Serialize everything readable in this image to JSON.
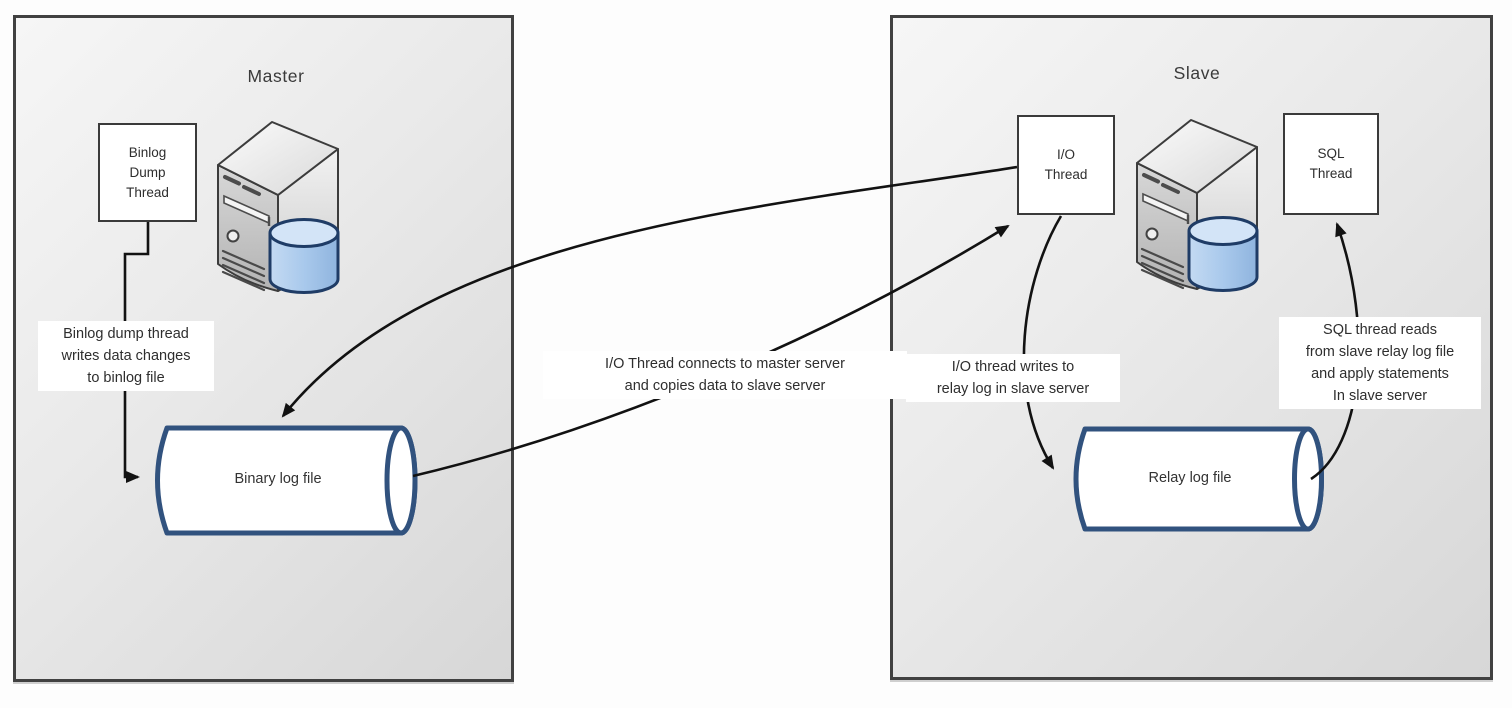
{
  "master_panel": {
    "title": "Master",
    "thread_box": "Binlog\nDump\nThread",
    "note": "Binlog dump thread\nwrites data changes\nto binlog file",
    "cylinder": "Binary log file"
  },
  "connection_note": "I/O Thread connects to master server\nand copies data to slave server",
  "slave_panel": {
    "title": "Slave",
    "io_thread_box": "I/O\nThread",
    "sql_thread_box": "SQL\nThread",
    "io_note": "I/O thread writes to\nrelay log in slave server",
    "sql_note": "SQL thread reads\nfrom slave relay log file\nand apply statements\nIn slave server",
    "cylinder": "Relay log file"
  },
  "colors": {
    "cylinder_border": "#31527e",
    "arrow": "#121212",
    "panel_border": "#414141",
    "database_icon_blue": "#a9c9ec"
  }
}
